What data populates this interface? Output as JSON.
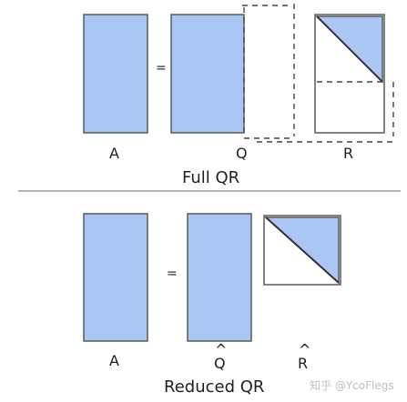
{
  "colors": {
    "block_fill": "#a9c6f4",
    "block_border": "#5a5a5a",
    "dashed": "#444444",
    "section_rule": "#9a9a9a"
  },
  "full_qr": {
    "a_label": "A",
    "q_label": "Q",
    "r_label": "R",
    "equals": "=",
    "caption": "Full QR"
  },
  "reduced_qr": {
    "a_label": "A",
    "q_label": "Q",
    "q_hat": "^",
    "r_label": "R",
    "r_hat": "^",
    "equals": "=",
    "caption": "Reduced QR"
  },
  "watermark": "知乎 @YcoFlegs"
}
